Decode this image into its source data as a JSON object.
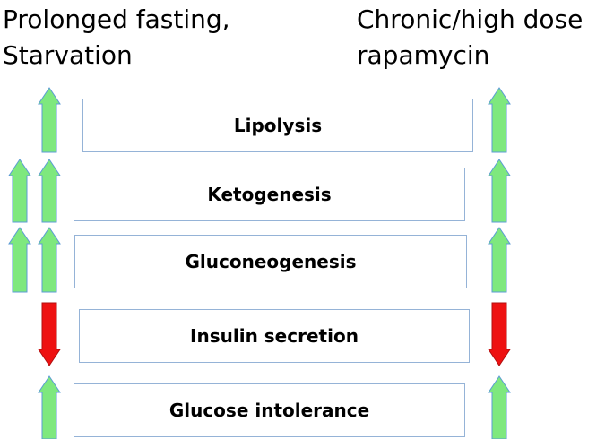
{
  "headers": {
    "left_line1": "Prolonged fasting,",
    "left_line2": "Starvation",
    "right_line1": "Chronic/high dose",
    "right_line2": "rapamycin"
  },
  "processes": [
    {
      "label": "Lipolysis",
      "fasting": {
        "direction": "up",
        "count": 1
      },
      "rapamycin": {
        "direction": "up",
        "count": 1
      }
    },
    {
      "label": "Ketogenesis",
      "fasting": {
        "direction": "up",
        "count": 2
      },
      "rapamycin": {
        "direction": "up",
        "count": 1
      }
    },
    {
      "label": "Gluconeogenesis",
      "fasting": {
        "direction": "up",
        "count": 2
      },
      "rapamycin": {
        "direction": "up",
        "count": 1
      }
    },
    {
      "label": "Insulin secretion",
      "fasting": {
        "direction": "down",
        "count": 1
      },
      "rapamycin": {
        "direction": "down",
        "count": 1
      }
    },
    {
      "label": "Glucose intolerance",
      "fasting": {
        "direction": "up",
        "count": 1
      },
      "rapamycin": {
        "direction": "up",
        "count": 1
      }
    }
  ],
  "colors": {
    "up_arrow_fill": "#7ee87e",
    "up_arrow_stroke": "#5b9bd5",
    "down_arrow_fill": "#ee1111",
    "down_arrow_stroke": "#b01010",
    "box_border": "#95b3d7"
  }
}
